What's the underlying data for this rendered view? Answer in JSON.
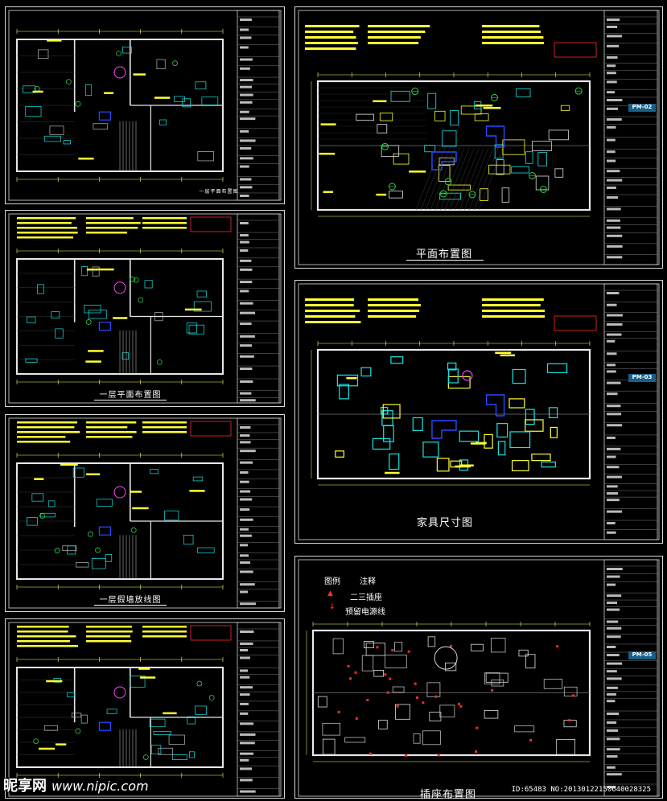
{
  "sheets": [
    {
      "id": "s1",
      "title": "一层平面布置图",
      "code": ""
    },
    {
      "id": "s2",
      "title": "一层平面布置图",
      "code": ""
    },
    {
      "id": "s3",
      "title": "一层假墙放线图",
      "code": ""
    },
    {
      "id": "s4",
      "title": "",
      "code": ""
    },
    {
      "id": "s5",
      "title": "平面布置图",
      "code": "PM-02"
    },
    {
      "id": "s6",
      "title": "家具尺寸图",
      "code": "PM-03"
    },
    {
      "id": "s7",
      "title": "插座布置图",
      "code": "PM-05"
    }
  ],
  "legend": {
    "header_left": "图例",
    "header_right": "注释",
    "item1": "二三插座",
    "item2": "预留电源线"
  },
  "watermark": {
    "brand": "昵享网",
    "url": "www.nipic.com",
    "id_text": "ID:65483 NO:20130122150640028325"
  },
  "colors": {
    "wall": "#e8e8e8",
    "furniture": "#17e6e6",
    "furniture_alt": "#ffff33",
    "plant": "#2ecc40",
    "blue": "#2a4bff",
    "magenta": "#ff44ff",
    "red": "#ff2a2a",
    "dim": "#ffff66"
  }
}
